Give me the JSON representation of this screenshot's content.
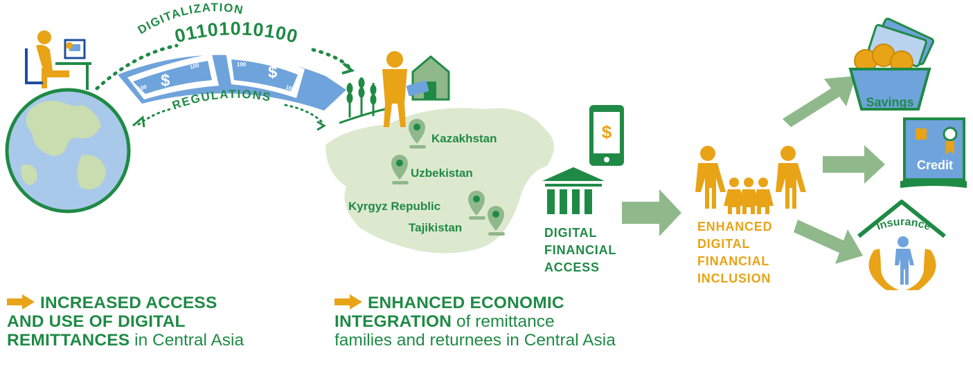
{
  "remittance": {
    "digitalization_label": "DIGITALIZATION",
    "binary_label": "01101010100",
    "regulations_label": "REGULATIONS",
    "note_value": "100",
    "currency_symbol": "$"
  },
  "map": {
    "countries": [
      "Kazakhstan",
      "Uzbekistan",
      "Kyrgyz Republic",
      "Tajikistan"
    ]
  },
  "access": {
    "phone_symbol": "$",
    "label_lines": [
      "DIGITAL",
      "FINANCIAL",
      "ACCESS"
    ]
  },
  "inclusion": {
    "label_lines": [
      "ENHANCED",
      "DIGITAL",
      "FINANCIAL",
      "INCLUSION"
    ]
  },
  "outcomes": {
    "savings": "Savings",
    "credit": "Credit",
    "insurance": "Insurance"
  },
  "captions": {
    "left": {
      "bold_lines": [
        "INCREASED ACCESS",
        "AND USE OF DIGITAL",
        "REMITTANCES"
      ],
      "rest": " in Central Asia"
    },
    "right": {
      "bold_line1": "ENHANCED ECONOMIC",
      "bold_line2": "INTEGRATION",
      "rest_line2": " of remittance",
      "rest_line3": "families and returnees in Central Asia"
    }
  },
  "colors": {
    "green": "#1f8a45",
    "light_green": "#dde9cf",
    "arrow_green": "#8fb98a",
    "blue": "#6fa3db",
    "orange": "#e8a317"
  }
}
